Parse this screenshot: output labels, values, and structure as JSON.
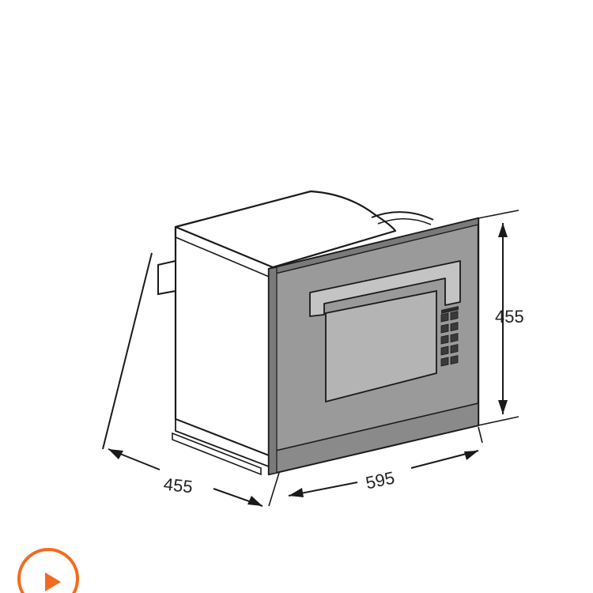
{
  "dimensions": {
    "height": "455",
    "depth": "455",
    "width": "595"
  },
  "colors": {
    "line": "#1a1a1a",
    "front_panel": "#9a9a9a",
    "front_panel_dark": "#7a7a7a",
    "window": "#b4b4b4",
    "handle": "#c4c4c4",
    "body": "#ffffff",
    "accent": "#f26b1d"
  },
  "controls": {
    "play_icon": "play-icon"
  }
}
